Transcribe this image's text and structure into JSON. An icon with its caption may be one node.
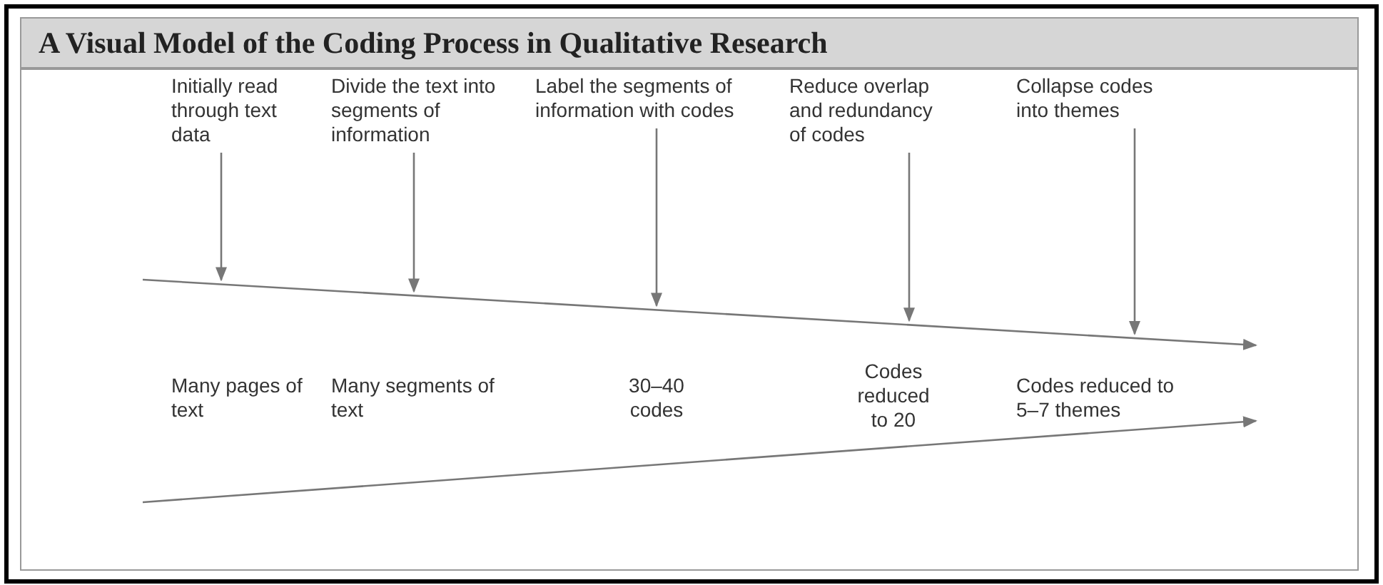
{
  "diagram": {
    "title": "A Visual Model of the Coding Process in Qualitative Research",
    "nodes": [
      {
        "text": [
          "Initially read through text data"
        ]
      },
      {
        "text": [
          "Divide the text into segments of information"
        ]
      },
      {
        "text": [
          "Label the segments of information with codes"
        ]
      },
      {
        "text": [
          "Reduce overlap and redundancy of codes"
        ]
      },
      {
        "text": [
          "Collapse codes into themes"
        ]
      }
    ],
    "edges": [
      {
        "from": 0,
        "to": null,
        "arrow": "to"
      },
      {
        "from": 1,
        "to": null,
        "arrow": "to"
      },
      {
        "from": 2,
        "to": null,
        "arrow": "to"
      },
      {
        "from": 3,
        "to": null,
        "arrow": "to"
      },
      {
        "from": 4,
        "to": null,
        "arrow": "to"
      }
    ],
    "labels": [
      "Many pages of text",
      "Many segments of text",
      "30–40 codes",
      "Codes reduced to 20",
      "Codes reduced to 5–7 themes"
    ]
  }
}
